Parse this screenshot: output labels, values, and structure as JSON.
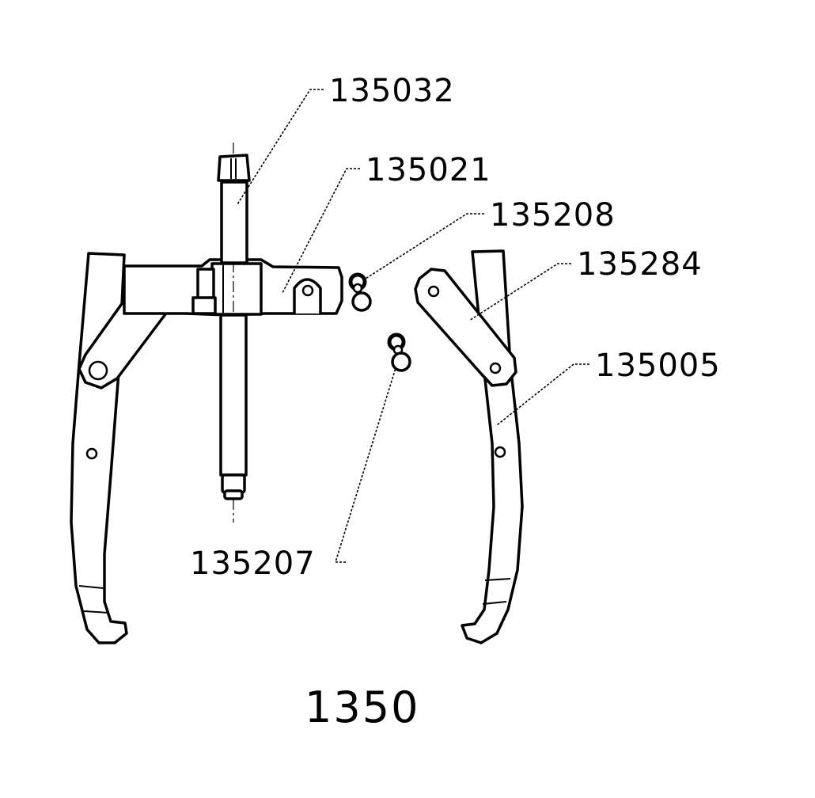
{
  "diagram": {
    "title": "1350",
    "callouts": [
      {
        "id": "c1",
        "label": "135032",
        "part": "forcing-screw"
      },
      {
        "id": "c2",
        "label": "135021",
        "part": "yoke-head"
      },
      {
        "id": "c3",
        "label": "135208",
        "part": "pin-and-nut-upper"
      },
      {
        "id": "c4",
        "label": "135284",
        "part": "link-arm"
      },
      {
        "id": "c5",
        "label": "135005",
        "part": "jaw"
      },
      {
        "id": "c6",
        "label": "135207",
        "part": "pin-and-nut-lower"
      }
    ],
    "colors": {
      "line": "#000000",
      "background": "#ffffff"
    }
  }
}
